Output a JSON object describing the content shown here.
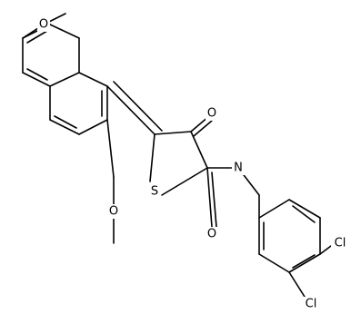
{
  "structure": {
    "atoms": {
      "o_methoxy_top": "O",
      "o_methoxy_bottom": "O",
      "o_carbonyl_top": "O",
      "o_carbonyl_bottom": "O",
      "n_ring": "N",
      "s_ring": "S",
      "cl_upper": "Cl",
      "cl_lower": "Cl"
    },
    "colors": {
      "bond": "#000000",
      "label": "#000000",
      "background": "#ffffff"
    }
  }
}
